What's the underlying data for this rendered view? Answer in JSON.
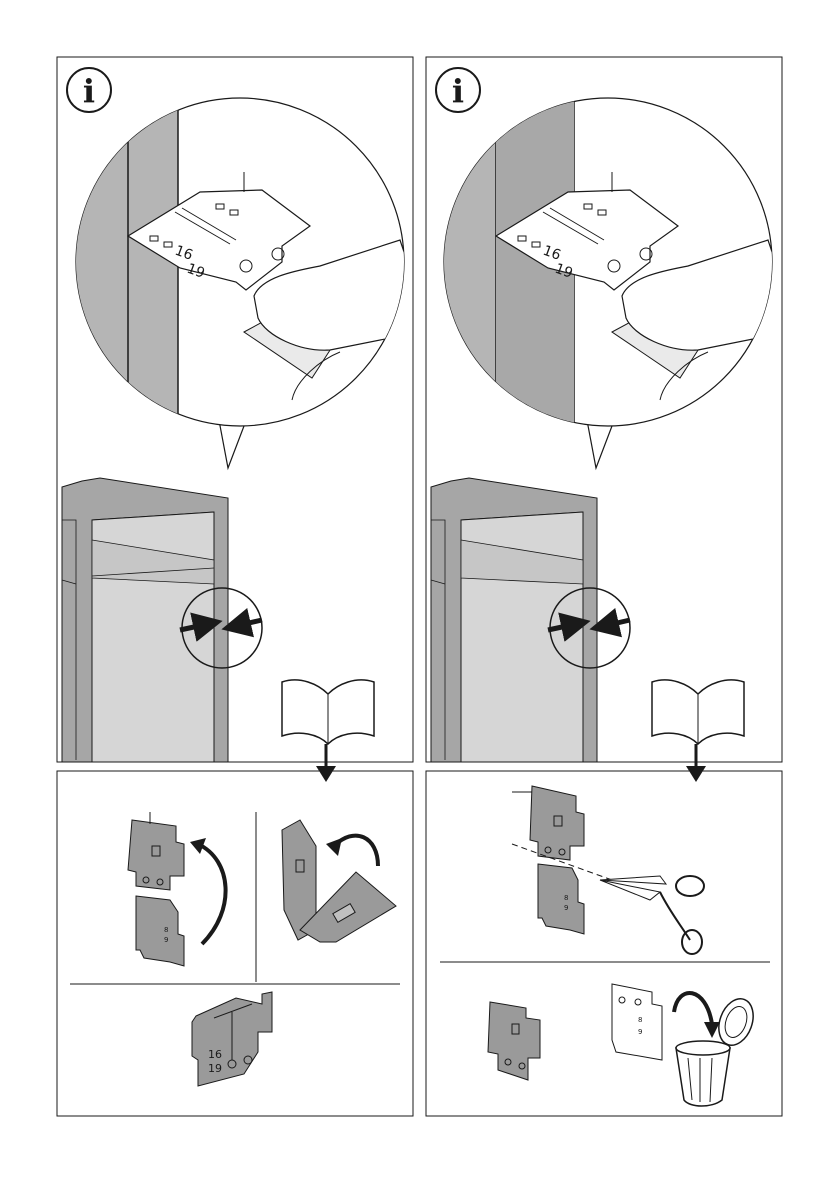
{
  "info_symbol": "i",
  "panels": [
    {
      "name": "panel-top-left",
      "hint": "information"
    },
    {
      "name": "panel-top-right",
      "hint": "information"
    },
    {
      "name": "panel-bottom-left",
      "hint": "fold bracket"
    },
    {
      "name": "panel-bottom-right",
      "hint": "cut bracket and discard"
    }
  ],
  "bracket_labels": {
    "gap_16": "16",
    "gap_19": "19",
    "gap_8": "8",
    "gap_9": "9"
  },
  "colors": {
    "line": "#1a1a1a",
    "panel_grey": "#b5b5b5",
    "part_grey": "#9a9a9a",
    "cabinet_grey": "#a6a6a6",
    "arrow": "#1a1a1a"
  },
  "icons": [
    "info-icon",
    "manual-book-icon",
    "arrow-down-icon",
    "scissors-icon",
    "trash-bin-icon",
    "rotate-arrow-icon"
  ]
}
